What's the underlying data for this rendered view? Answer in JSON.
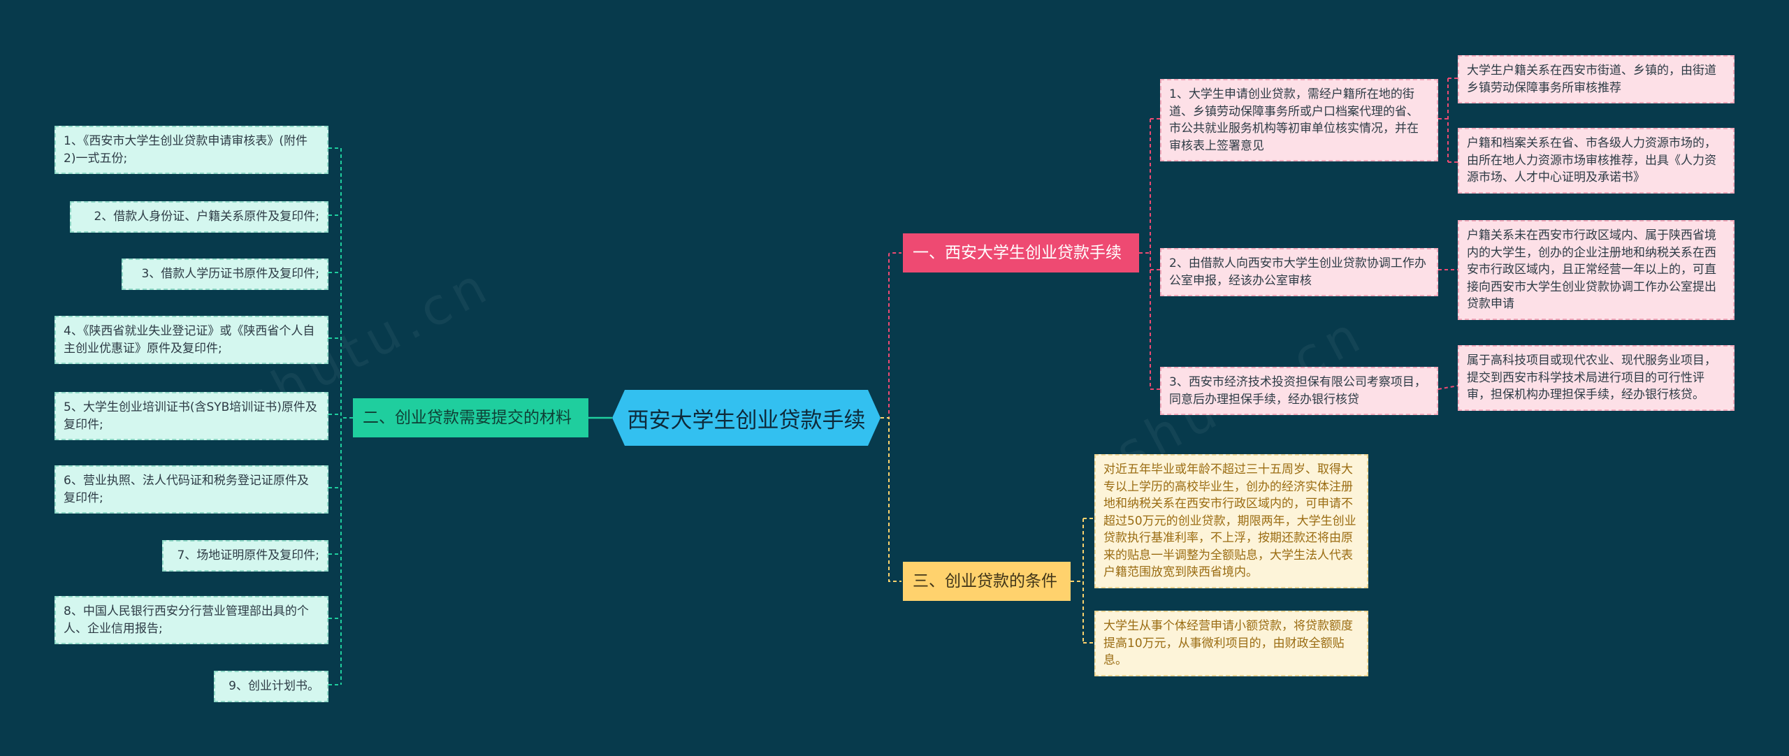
{
  "center": {
    "title": "西安大学生创业贷款手续"
  },
  "branches": {
    "b1": {
      "label": "一、西安大学生创业贷款手续"
    },
    "b2": {
      "label": "二、创业贷款需要提交的材料"
    },
    "b3": {
      "label": "三、创业贷款的条件"
    }
  },
  "b1_items": [
    {
      "text": "1、大学生申请创业贷款，需经户籍所在地的街道、乡镇劳动保障事务所或户口档案代理的省、市公共就业服务机构等初审单位核实情况，并在审核表上签署意见"
    },
    {
      "text": "2、由借款人向西安市大学生创业贷款协调工作办公室申报，经该办公室审核"
    },
    {
      "text": "3、西安市经济技术投资担保有限公司考察项目，同意后办理担保手续，经办银行核贷"
    }
  ],
  "b1_details": [
    {
      "text": "大学生户籍关系在西安市街道、乡镇的，由街道乡镇劳动保障事务所审核推荐"
    },
    {
      "text": "户籍和档案关系在省、市各级人力资源市场的，由所在地人力资源市场审核推荐，出具《人力资源市场、人才中心证明及承诺书》"
    },
    {
      "text": "户籍关系未在西安市行政区域内、属于陕西省境内的大学生，创办的企业注册地和纳税关系在西安市行政区域内，且正常经营一年以上的，可直接向西安市大学生创业贷款协调工作办公室提出贷款申请"
    },
    {
      "text": "属于高科技项目或现代农业、现代服务业项目，提交到西安市科学技术局进行项目的可行性评审，担保机构办理担保手续，经办银行核贷。"
    }
  ],
  "b2_items": [
    {
      "text": "1、《西安市大学生创业贷款申请审核表》(附件2)一式五份;"
    },
    {
      "text": "2、借款人身份证、户籍关系原件及复印件;"
    },
    {
      "text": "3、借款人学历证书原件及复印件;"
    },
    {
      "text": "4、《陕西省就业失业登记证》或《陕西省个人自主创业优惠证》原件及复印件;"
    },
    {
      "text": "5、大学生创业培训证书(含SYB培训证书)原件及复印件;"
    },
    {
      "text": "6、营业执照、法人代码证和税务登记证原件及复印件;"
    },
    {
      "text": "7、场地证明原件及复印件;"
    },
    {
      "text": "8、中国人民银行西安分行营业管理部出具的个人、企业信用报告;"
    },
    {
      "text": "9、创业计划书。"
    }
  ],
  "b3_items": [
    {
      "text": "对近五年毕业或年龄不超过三十五周岁、取得大专以上学历的高校毕业生，创办的经济实体注册地和纳税关系在西安市行政区域内的，可申请不超过50万元的创业贷款，期限两年，大学生创业贷款执行基准利率，不上浮，按期还款还将由原来的贴息一半调整为全额贴息，大学生法人代表户籍范围放宽到陕西省境内。"
    },
    {
      "text": "大学生从事个体经营申请小额贷款，将贷款额度提高10万元，从事微利项目的，由财政全额贴息。"
    }
  ],
  "colors": {
    "background": "#073a4c",
    "center": "#33c0f0",
    "branch1": "#ee4a72",
    "branch2": "#1fce9e",
    "branch3": "#ffd26d"
  }
}
